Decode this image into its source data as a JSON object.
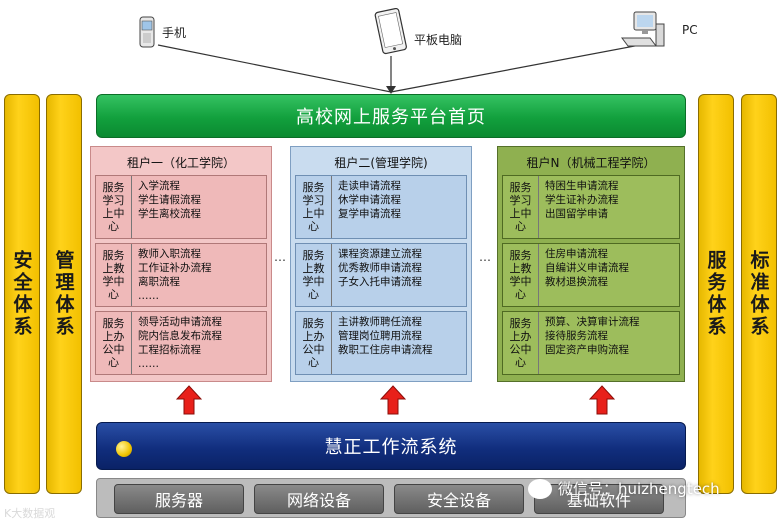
{
  "devices": [
    {
      "label": "手机",
      "icon": "mobile-phone-icon"
    },
    {
      "label": "平板电脑",
      "icon": "tablet-icon"
    },
    {
      "label": "PC",
      "icon": "desktop-computer-icon"
    }
  ],
  "left_pillars": [
    "安全体系",
    "管理体系"
  ],
  "right_pillars": [
    "服务体系",
    "标准体系"
  ],
  "top_bar": "高校网上服务平台首页",
  "tenants": [
    {
      "name": "租户一（化工学院）",
      "centers": [
        {
          "name": "服务学习上中心",
          "flows": [
            "入学流程",
            "学生请假流程",
            "学生离校流程"
          ]
        },
        {
          "name": "服务上教学中心",
          "flows": [
            "教师入职流程",
            "工作证补办流程",
            "离职流程",
            "……"
          ]
        },
        {
          "name": "服务上办公中心",
          "flows": [
            "领导活动申请流程",
            "院内信息发布流程",
            "工程招标流程",
            "……"
          ]
        }
      ]
    },
    {
      "name": "租户二(管理学院)",
      "centers": [
        {
          "name": "服务学习上中心",
          "flows": [
            "走读申请流程",
            "休学申请流程",
            "复学申请流程"
          ]
        },
        {
          "name": "服务上教学中心",
          "flows": [
            "课程资源建立流程",
            "优秀教师申请流程",
            "子女入托申请流程"
          ]
        },
        {
          "name": "服务上办公中心",
          "flows": [
            "主讲教师聘任流程",
            "管理岗位聘用流程",
            "教职工住房申请流程"
          ]
        }
      ]
    },
    {
      "name": "租户N（机械工程学院）",
      "centers": [
        {
          "name": "服务学习上中心",
          "flows": [
            "特困生申请流程",
            "学生证补办流程",
            "出国留学申请"
          ]
        },
        {
          "name": "服务上教学中心",
          "flows": [
            "住房申请流程",
            "自编讲义申请流程",
            "教材退换流程"
          ]
        },
        {
          "name": "服务上办公中心",
          "flows": [
            "预算、决算审计流程",
            "接待服务流程",
            "固定资产申购流程"
          ]
        }
      ]
    }
  ],
  "dots": "…",
  "workflow_bar": "慧正工作流系统",
  "infrastructure": [
    "服务器",
    "网络设备",
    "安全设备",
    "基础软件"
  ],
  "watermarks": {
    "left": "K大数据观",
    "right": "微信号：huizhengtech"
  },
  "colors": {
    "green_bar": "#12a03d",
    "blue_bar": "#112e7e",
    "pillar": "#ffd21a",
    "arrow": "#e8201a",
    "tenant1": "#f3c7c7",
    "tenant2": "#c9dcef",
    "tenantN": "#8fb050"
  }
}
